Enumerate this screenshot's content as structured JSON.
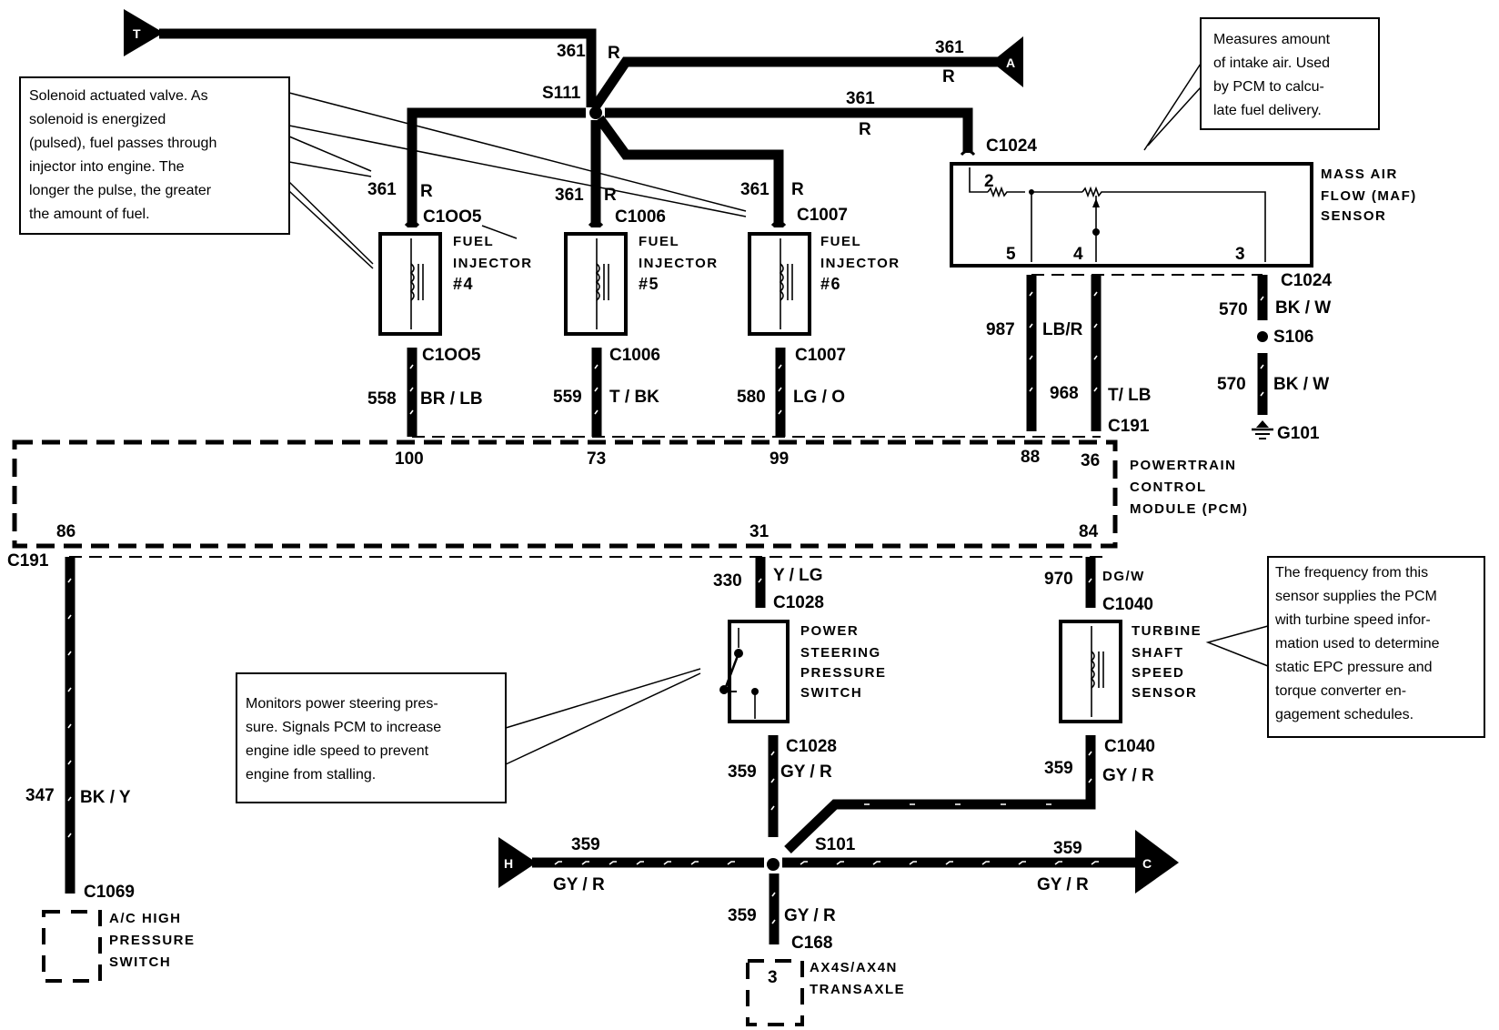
{
  "diagram": {
    "title": "PCM fuel injector / sensor wiring schematic",
    "connectors_offpage": [
      {
        "id": "T",
        "label": "T"
      },
      {
        "id": "A",
        "label": "A"
      },
      {
        "id": "H",
        "label": "H"
      },
      {
        "id": "C",
        "label": "C"
      }
    ],
    "splices": {
      "s111": "S111",
      "s106": "S106",
      "s101": "S101"
    },
    "ground": "G101",
    "wires": {
      "t_top": {
        "circuit": "361",
        "color": "R"
      },
      "a_top": {
        "circuit": "361",
        "color": "R"
      },
      "maf_feed": {
        "circuit": "361",
        "color": "R"
      },
      "inj4_feed": {
        "circuit": "361",
        "color": "R"
      },
      "inj5_feed": {
        "circuit": "361",
        "color": "R"
      },
      "inj6_feed": {
        "circuit": "361",
        "color": "R"
      },
      "inj4_sig": {
        "circuit": "558",
        "color": "BR / LB"
      },
      "inj5_sig": {
        "circuit": "559",
        "color": "T / BK"
      },
      "inj6_sig": {
        "circuit": "580",
        "color": "LG / O"
      },
      "maf_sig": {
        "circuit": "987",
        "color": "LB/R"
      },
      "maf_rtn": {
        "circuit": "968",
        "color": "T/ LB"
      },
      "maf_gnd_upper": {
        "circuit": "570",
        "color": "BK  / W"
      },
      "maf_gnd_lower": {
        "circuit": "570",
        "color": "BK / W"
      },
      "ac_sw": {
        "circuit": "347",
        "color": "BK / Y"
      },
      "ps_sig": {
        "circuit": "330",
        "color": "Y / LG"
      },
      "tss_sig": {
        "circuit": "970",
        "color": "DG/W"
      },
      "ps_pwr": {
        "circuit": "359",
        "color": "GY / R"
      },
      "tss_pwr": {
        "circuit": "359",
        "color": "GY / R"
      },
      "h_bus": {
        "circuit": "359",
        "color": "GY / R"
      },
      "c_bus": {
        "circuit": "359",
        "color": "GY / R"
      },
      "trans": {
        "circuit": "359",
        "color": "GY / R"
      }
    },
    "connectors": {
      "inj4_top": "C1OO5",
      "inj4_bot": "C1OO5",
      "inj5_top": "C1006",
      "inj5_bot": "C1006",
      "inj6_top": "C1007",
      "inj6_bot": "C1007",
      "maf_top": "C1024",
      "maf_bot": "C1024",
      "pcm_right": "C191",
      "pcm_left": "C191",
      "ps_top": "C1028",
      "ps_bot": "C1028",
      "tss_top": "C1040",
      "tss_bot": "C1040",
      "ac": "C1069",
      "trans": "C168"
    },
    "pcm": {
      "label_lines": [
        "POWERTRAIN",
        "CONTROL",
        "MODULE (PCM)"
      ],
      "pins": {
        "inj4": "100",
        "inj5": "73",
        "inj6": "99",
        "maf_sig": "88",
        "maf_rtn": "36",
        "ac": "86",
        "ps": "31",
        "tss": "84"
      }
    },
    "components": {
      "inj4": {
        "lines": [
          "FUEL",
          "INJECTOR",
          "#4"
        ]
      },
      "inj5": {
        "lines": [
          "FUEL",
          "INJECTOR",
          "#5"
        ]
      },
      "inj6": {
        "lines": [
          "FUEL",
          "INJECTOR",
          "#6"
        ]
      },
      "maf": {
        "lines": [
          "MASS AIR",
          "FLOW (MAF)",
          "SENSOR"
        ],
        "pins": {
          "p2": "2",
          "p5": "5",
          "p4": "4",
          "p3": "3"
        }
      },
      "ps": {
        "lines": [
          "POWER",
          "STEERING",
          "PRESSURE",
          "SWITCH"
        ]
      },
      "tss": {
        "lines": [
          "TURBINE",
          "SHAFT",
          "SPEED",
          "SENSOR"
        ]
      },
      "ac": {
        "lines": [
          "A/C HIGH",
          "PRESSURE",
          "SWITCH"
        ]
      },
      "trans": {
        "pin": "3",
        "lines": [
          "AX4S/AX4N",
          "TRANSAXLE"
        ]
      }
    },
    "notes": {
      "injector": [
        "Solenoid actuated valve. As",
        "solenoid is energized",
        "(pulsed), fuel passes through",
        "injector into engine. The",
        "longer the pulse, the greater",
        "the amount of fuel."
      ],
      "maf": [
        "Measures amount",
        "of intake air. Used",
        "by PCM to calcu-",
        "late fuel delivery."
      ],
      "ps": [
        "Monitors power steering pres-",
        "sure. Signals PCM to increase",
        "engine idle speed to prevent",
        "engine from stalling."
      ],
      "tss": [
        "The frequency from this",
        "sensor supplies the PCM",
        "with turbine speed infor-",
        "mation used to determine",
        "static EPC pressure and",
        "torque converter en-",
        "gagement schedules."
      ]
    }
  }
}
